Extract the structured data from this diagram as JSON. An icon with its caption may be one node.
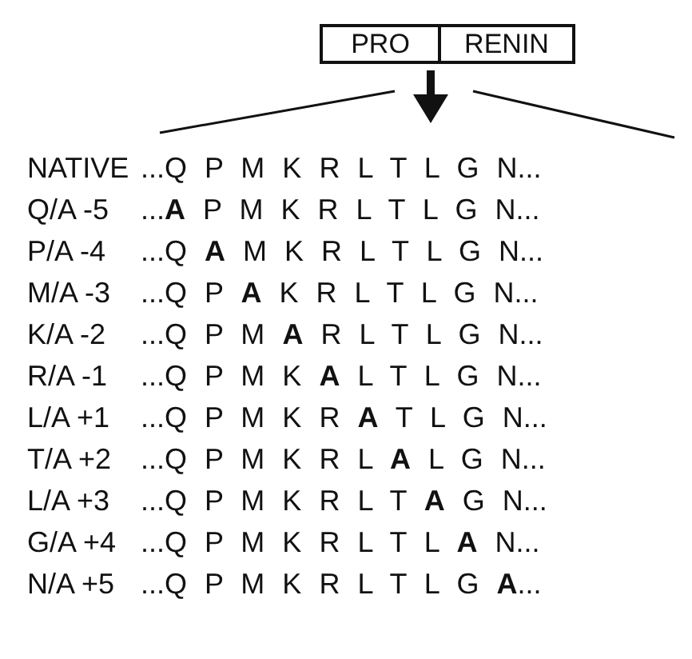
{
  "diagram": {
    "nodes": [
      {
        "text": [
          "PRO"
        ]
      },
      {
        "text": [
          "RENIN"
        ]
      }
    ],
    "labels": [
      "NATIVE",
      "...Q P M K R L T L G N...",
      "Q/A -5",
      "...**A** P M K R L T L G N...",
      "P/A -4",
      "...Q **A** M K R L T L G N...",
      "M/A -3",
      "...Q P **A** K R L T L G N...",
      "K/A -2",
      "...Q P M **A** R L T L G N...",
      "R/A -1",
      "...Q P M K **A** L T L G N...",
      "L/A +1",
      "...Q P M K R **A** T L G N...",
      "T/A +2",
      "...Q P M K R L **A** L G N...",
      "L/A +3",
      "...Q P M K R L T **A** G N...",
      "G/A +4",
      "...Q P M K R L T L **A** N...",
      "N/A +5",
      "...Q P M K R L T L G **A**..."
    ]
  }
}
